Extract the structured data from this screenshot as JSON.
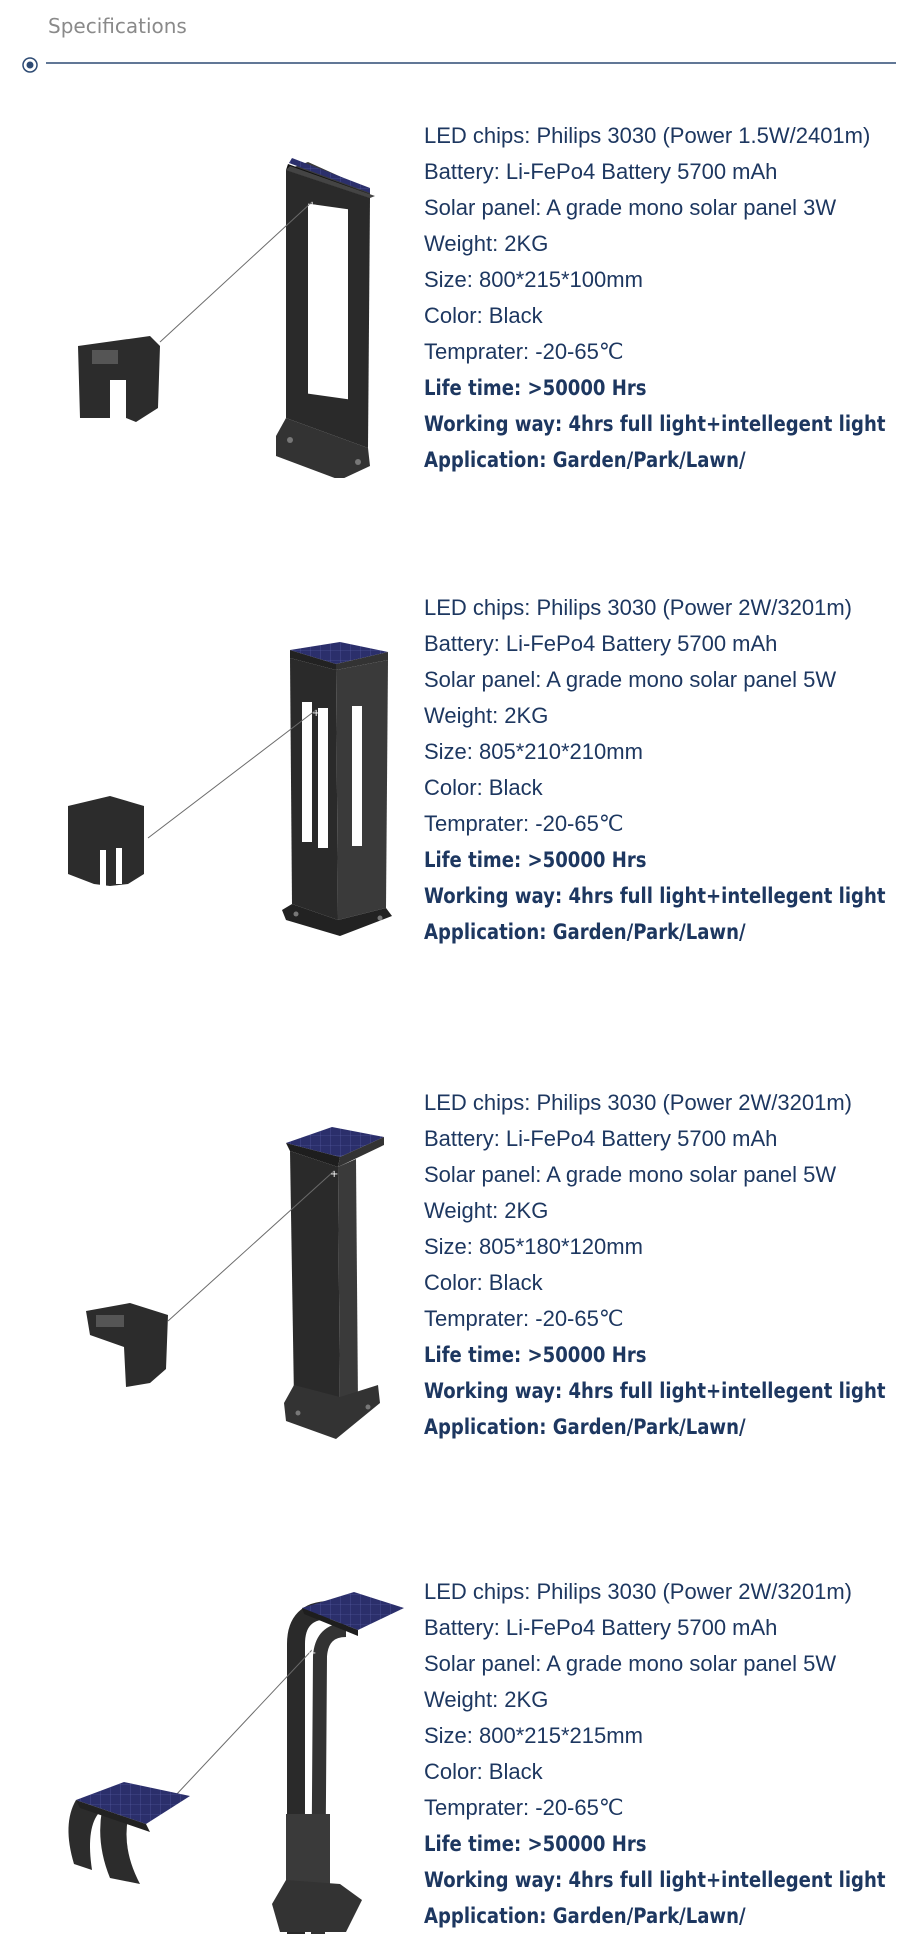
{
  "header": {
    "title": "Specifications"
  },
  "colors": {
    "text": "#1d3760",
    "rule": "#2d4a73",
    "heading": "#8a8a8a"
  },
  "products": [
    {
      "specs": [
        {
          "text": "LED chips: Philips 3030 (Power 1.5W/2401m)",
          "style": "light"
        },
        {
          "text": "Battery: Li-FePo4 Battery 5700 mAh",
          "style": "light"
        },
        {
          "text": "Solar panel: A grade mono solar panel 3W",
          "style": "light"
        },
        {
          "text": "Weight: 2KG",
          "style": "light"
        },
        {
          "text": "Size: 800*215*100mm",
          "style": "light"
        },
        {
          "text": "Color: Black",
          "style": "light"
        },
        {
          "text": "Temprater: -20-65℃",
          "style": "light"
        },
        {
          "text": "Life time: >50000 Hrs",
          "style": "heavy"
        },
        {
          "text": "Working way: 4hrs full light+intellegent light",
          "style": "heavy"
        },
        {
          "text": "Application: Garden/Park/Lawn/",
          "style": "heavy"
        }
      ]
    },
    {
      "specs": [
        {
          "text": "LED chips: Philips 3030 (Power 2W/3201m)",
          "style": "light"
        },
        {
          "text": "Battery: Li-FePo4 Battery 5700 mAh",
          "style": "light"
        },
        {
          "text": "Solar panel: A grade mono solar panel 5W",
          "style": "light"
        },
        {
          "text": "Weight: 2KG",
          "style": "light"
        },
        {
          "text": "Size: 805*210*210mm",
          "style": "light"
        },
        {
          "text": "Color: Black",
          "style": "light"
        },
        {
          "text": "Temprater: -20-65℃",
          "style": "light"
        },
        {
          "text": "Life time: >50000 Hrs",
          "style": "heavy"
        },
        {
          "text": "Working way: 4hrs full light+intellegent light",
          "style": "heavy"
        },
        {
          "text": "Application: Garden/Park/Lawn/",
          "style": "heavy"
        }
      ]
    },
    {
      "specs": [
        {
          "text": "LED chips: Philips 3030 (Power 2W/3201m)",
          "style": "light"
        },
        {
          "text": "Battery: Li-FePo4 Battery 5700 mAh",
          "style": "light"
        },
        {
          "text": "Solar panel: A grade mono solar panel 5W",
          "style": "light"
        },
        {
          "text": "Weight: 2KG",
          "style": "light"
        },
        {
          "text": "Size: 805*180*120mm",
          "style": "light"
        },
        {
          "text": "Color: Black",
          "style": "light"
        },
        {
          "text": "Temprater: -20-65℃",
          "style": "light"
        },
        {
          "text": "Life time: >50000 Hrs",
          "style": "heavy"
        },
        {
          "text": "Working way: 4hrs full light+intellegent light",
          "style": "heavy"
        },
        {
          "text": "Application: Garden/Park/Lawn/",
          "style": "heavy"
        }
      ]
    },
    {
      "specs": [
        {
          "text": "LED chips: Philips 3030 (Power 2W/3201m)",
          "style": "light"
        },
        {
          "text": "Battery: Li-FePo4 Battery 5700 mAh",
          "style": "light"
        },
        {
          "text": "Solar panel: A grade mono solar panel 5W",
          "style": "light"
        },
        {
          "text": "Weight: 2KG",
          "style": "light"
        },
        {
          "text": "Size: 800*215*215mm",
          "style": "light"
        },
        {
          "text": "Color: Black",
          "style": "light"
        },
        {
          "text": "Temprater: -20-65℃",
          "style": "light"
        },
        {
          "text": "Life time: >50000 Hrs",
          "style": "heavy"
        },
        {
          "text": "Working way: 4hrs full light+intellegent light",
          "style": "heavy"
        },
        {
          "text": "Application: Garden/Park/Lawn/",
          "style": "heavy"
        }
      ]
    }
  ]
}
